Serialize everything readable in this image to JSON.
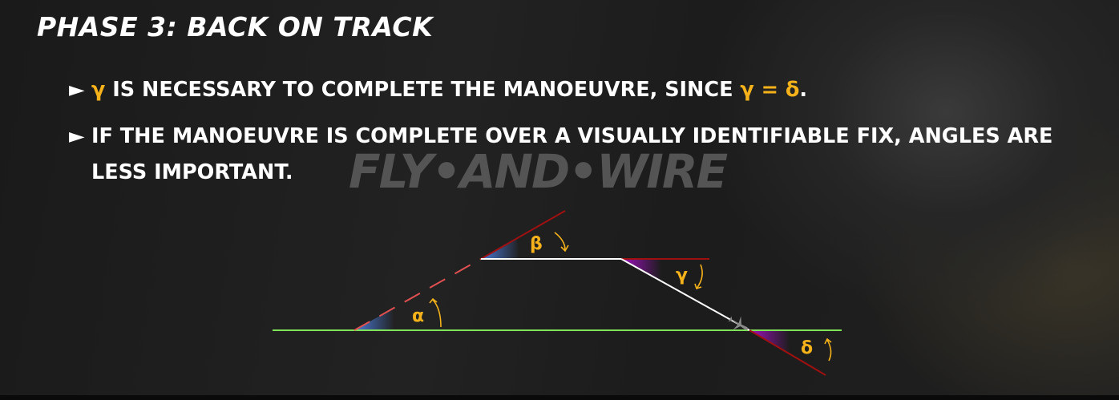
{
  "title": "PHASE 3: BACK ON TRACK",
  "bullets": [
    {
      "marker": "►",
      "parts": [
        "γ",
        " IS NECESSARY TO COMPLETE THE MANOEUVRE, SINCE ",
        "γ = δ",
        "."
      ]
    },
    {
      "marker": "►",
      "text": "IF THE MANOEUVRE IS COMPLETE OVER A VISUALLY IDENTIFIABLE FIX, ANGLES ARE LESS IMPORTANT."
    }
  ],
  "watermark": "FLY•AND•WIRE",
  "diagram": {
    "angles": {
      "alpha": "α",
      "beta": "β",
      "gamma": "γ",
      "delta": "δ"
    },
    "colors": {
      "track": "#7fe35a",
      "path": "#ffffff",
      "reference": "#a01010",
      "alpha_beta_fill": "#4a7ad8",
      "gamma_delta_fill": "#a010c0",
      "label": "#f5b21a"
    }
  }
}
